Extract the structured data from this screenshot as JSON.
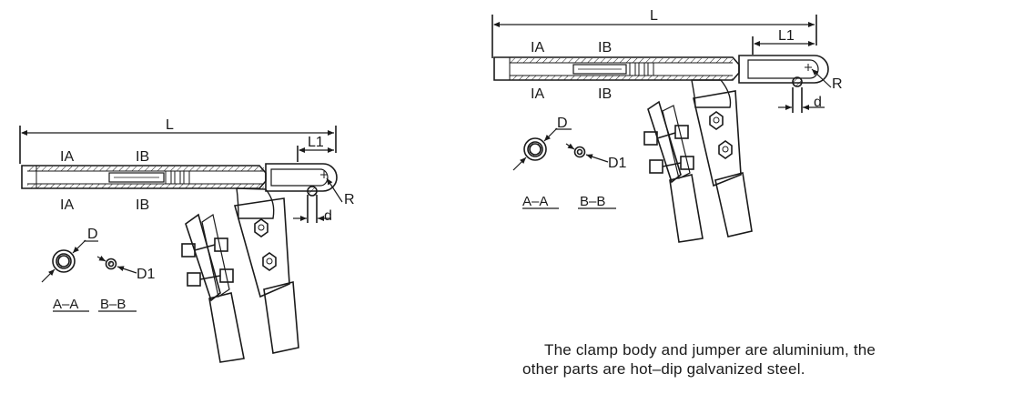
{
  "left_drawing": {
    "dim_L": "L",
    "dim_L1": "L1",
    "dim_d": "d",
    "dim_R": "R",
    "section_A_top": "IA",
    "section_B_top": "IB",
    "section_A_bottom": "IA",
    "section_B_bottom": "IB",
    "callout_D": "D",
    "callout_D1": "D1",
    "caption_AA": "A–A",
    "caption_BB": "B–B"
  },
  "right_drawing": {
    "dim_L": "L",
    "dim_L1": "L1",
    "dim_d": "d",
    "dim_R": "R",
    "section_A_top": "IA",
    "section_B_top": "IB",
    "section_A_bottom": "IA",
    "section_B_bottom": "IB",
    "callout_D": "D",
    "callout_D1": "D1",
    "caption_AA": "A–A",
    "caption_BB": "B–B"
  },
  "note": {
    "line1": "The clamp body and jumper are aluminium, the",
    "line2": "other parts are hot–dip galvanized steel."
  }
}
